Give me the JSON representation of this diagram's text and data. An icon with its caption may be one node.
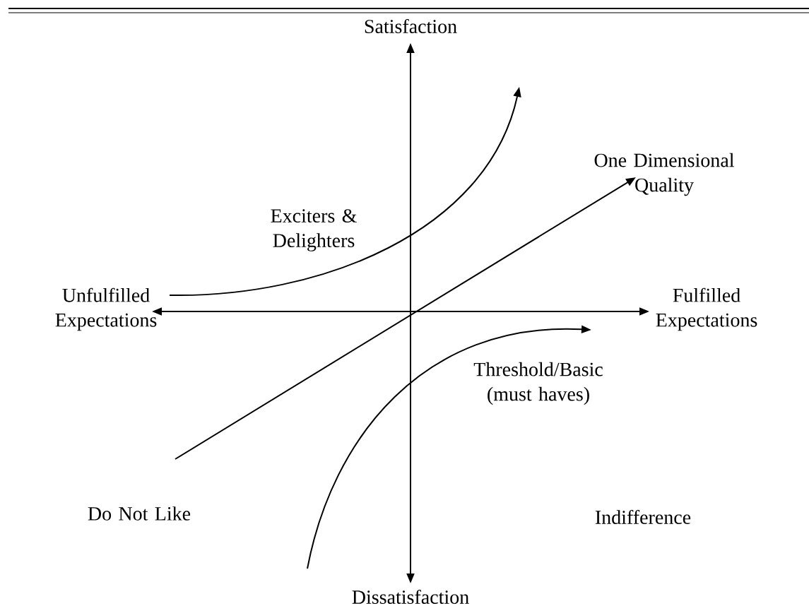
{
  "diagram": {
    "labels": [
      "Satisfaction",
      "One Dimensional Quality",
      "Exciters & Delighters",
      "Unfulfilled Expectations",
      "Fulfilled Expectations",
      "Threshold/Basic (must haves)",
      "Do Not Like",
      "Indifference",
      "Dissatisfaction"
    ]
  }
}
